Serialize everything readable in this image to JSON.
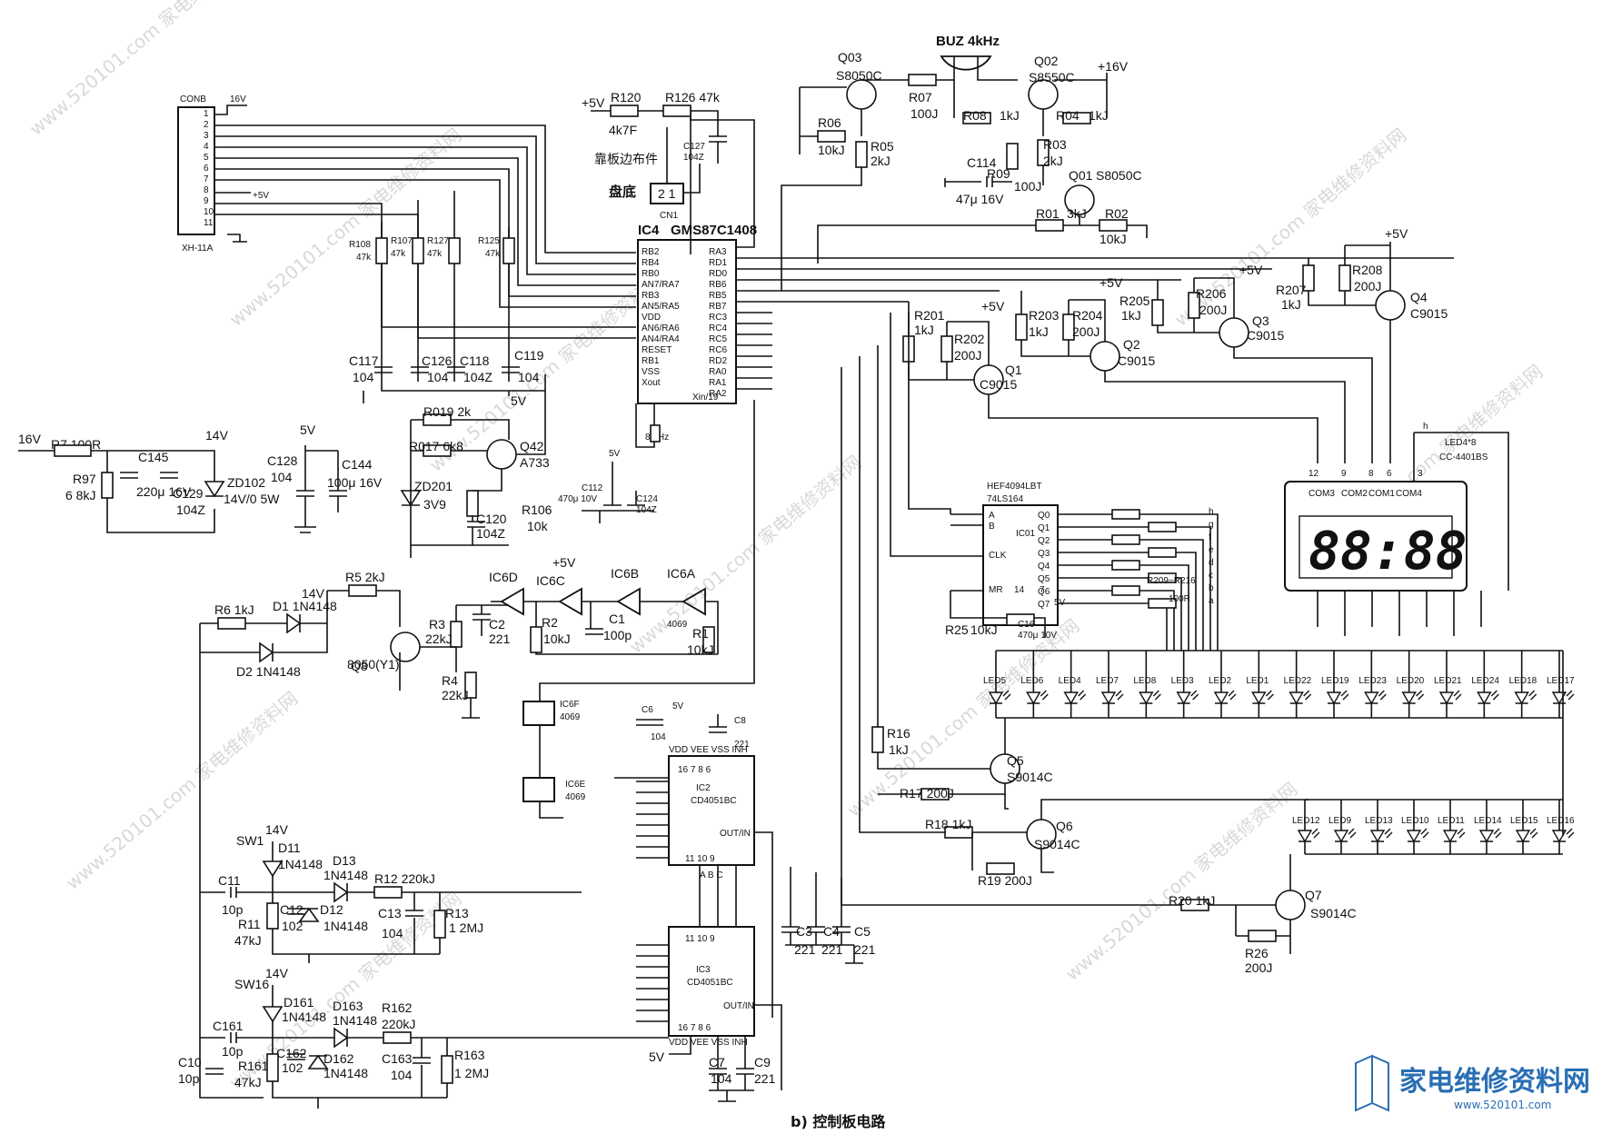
{
  "caption": "b) 控制板电路",
  "logo": {
    "text": "家电维修资料网",
    "url": "www.520101.com"
  },
  "watermark": "www.520101.com 家电维修资料网",
  "ics": {
    "ic4": {
      "name": "IC4",
      "part": "GMS87C1408",
      "left_pins": [
        "RB2",
        "RB4",
        "RB0",
        "AN7/RA7",
        "RB3",
        "AN5/RA5",
        "VDD",
        "AN6/RA6",
        "AN4/RA4",
        "RESET",
        "RB1",
        "VSS",
        "Xout"
      ],
      "right_pins": [
        "RA3",
        "RD1",
        "RD0",
        "RB6",
        "RB5",
        "RB7",
        "RC3",
        "RC4",
        "RC5",
        "RC6",
        "RD2",
        "RA0",
        "RA1",
        "RA2"
      ],
      "bottom": "Xin/19"
    },
    "ic01": {
      "name": "IC01",
      "part": "HEF4094LBT",
      "part2": "74LS164",
      "left_pins": [
        "A",
        "B",
        "CLK",
        "MR"
      ],
      "right_pins": [
        "Q0",
        "Q1",
        "Q2",
        "Q3",
        "Q4",
        "Q5",
        "Q6",
        "Q7"
      ]
    },
    "ic2": {
      "name": "IC2",
      "part": "CD4051BC",
      "top": "VDD VEE VSS INH",
      "out": "OUT/IN"
    },
    "ic3": {
      "name": "IC3",
      "part": "CD4051BC",
      "bottom": "VDD VEE VSS INH",
      "out": "OUT/IN"
    },
    "led_display": {
      "name": "LED4*8",
      "part": "CC-4401BS",
      "digits": "88:88",
      "top_labels": [
        "COM3",
        "COM2",
        "COM1",
        "COM4"
      ]
    },
    "conb": {
      "name": "CONB",
      "part": "XH-11A",
      "v16": "16V",
      "v5": "+5V",
      "pins": [
        "1",
        "2",
        "3",
        "4",
        "5",
        "6",
        "7",
        "8",
        "9",
        "10",
        "11"
      ]
    },
    "cn1": {
      "name": "CN1",
      "label1": "盘底",
      "label2": "靠板边布件"
    }
  },
  "top_section": {
    "q03": [
      "Q03",
      "S8050C"
    ],
    "q02": [
      "Q02",
      "S8550C"
    ],
    "q01": [
      "Q01",
      "S8050C"
    ],
    "buzzer": "BUZ 4kHz",
    "v16": "+16V",
    "r06": [
      "R06",
      "10kJ"
    ],
    "r05": [
      "R05",
      "2kJ"
    ],
    "r07": [
      "R07",
      "100J"
    ],
    "r08": [
      "R08",
      "1kJ"
    ],
    "r04": [
      "R04",
      "1kJ"
    ],
    "r03": [
      "R03",
      "2kJ"
    ],
    "r09": [
      "R09",
      "100J"
    ],
    "c114": [
      "C114",
      "47μ 16V"
    ],
    "r01": [
      "R01",
      "3kJ"
    ],
    "r02": [
      "R02",
      "10kJ"
    ],
    "r120": [
      "R120",
      "4k7F"
    ],
    "r126": "R126 47k",
    "c127": [
      "C127",
      "104Z"
    ],
    "v5": "+5V"
  },
  "input_resistors": [
    {
      "name": "R108",
      "value": "47k"
    },
    {
      "name": "R107",
      "value": "47k"
    },
    {
      "name": "R127",
      "value": "47k"
    },
    {
      "name": "R125",
      "value": "47k"
    }
  ],
  "input_caps": [
    "C117",
    "104",
    "C126",
    "104",
    "C118",
    "104Z",
    "C119",
    "104"
  ],
  "power": {
    "v16": "16V",
    "r7": "R7 100R",
    "r97": [
      "R97",
      "6 8kJ"
    ],
    "c145": [
      "C145",
      "220μ 16V"
    ],
    "c129": [
      "C129",
      "104Z"
    ],
    "v14": "14V",
    "zd102": [
      "ZD102",
      "14V/0 5W"
    ],
    "v5": "5V",
    "c128": [
      "C128",
      "104"
    ],
    "c144": [
      "C144",
      "100μ 16V"
    ]
  },
  "reset": {
    "r019": "R019 2k",
    "r017": "R017 6k8",
    "q42": [
      "Q42",
      "A733"
    ],
    "v5": "5V",
    "zd201": [
      "ZD201",
      "3V9"
    ],
    "c120": [
      "C120",
      "104Z"
    ],
    "r106": [
      "R106",
      "10k"
    ]
  },
  "osc": {
    "c112": [
      "C112",
      "470μ 10V"
    ],
    "c124": [
      "C124",
      "104Z"
    ],
    "xtal": "8MHz",
    "v5": "5V"
  },
  "transistors": {
    "q1": [
      "Q1",
      "C9015"
    ],
    "q2": [
      "Q2",
      "C9015"
    ],
    "q3": [
      "Q3",
      "C9015"
    ],
    "q4": [
      "Q4",
      "C9015"
    ],
    "q5": [
      "Q5",
      "S9014C"
    ],
    "q6": [
      "Q6",
      "S9014C"
    ],
    "q7": [
      "Q7",
      "S9014C"
    ],
    "q8": [
      "Q8",
      "8050(Y1)"
    ]
  },
  "display_res": {
    "r201": [
      "R201",
      "1kJ"
    ],
    "r202": [
      "R202",
      "200J"
    ],
    "r203": [
      "R203",
      "1kJ"
    ],
    "r204": [
      "R204",
      "200J"
    ],
    "r205": [
      "R205",
      "1kJ"
    ],
    "r206": [
      "R206",
      "200J"
    ],
    "r207": [
      "R207",
      "1kJ"
    ],
    "r208": [
      "R208",
      "200J"
    ],
    "v5": "+5V",
    "r209": "R209~R216",
    "r209v": "100R",
    "r25": [
      "R25",
      "10kJ"
    ],
    "c16": [
      "C16",
      "470μ 10V"
    ]
  },
  "led_row1": [
    "LED5",
    "LED6",
    "LED4",
    "LED7",
    "LED8",
    "LED3",
    "LED2",
    "LED1",
    "LED22",
    "LED19",
    "LED23",
    "LED20",
    "LED21",
    "LED24",
    "LED18",
    "LED17"
  ],
  "led_row2": [
    "LED12",
    "LED9",
    "LED13",
    "LED10",
    "LED11",
    "LED14",
    "LED15",
    "LED16"
  ],
  "seg_letters": [
    "h",
    "g",
    "f",
    "e",
    "d",
    "c",
    "b",
    "a"
  ],
  "driver_res": {
    "r16": [
      "R16",
      "1kJ"
    ],
    "r17": "R17 200J",
    "r18": "R18 1kJ",
    "r19": "R19 200J",
    "r20": "R20 1kJ",
    "r26": [
      "R26",
      "200J"
    ]
  },
  "buzzer_drive": {
    "r6": "R6 1kJ",
    "d1": "D1 1N4148",
    "d2": "D2 1N4148",
    "v14": "14V",
    "r5": "R5 2kJ",
    "r3": [
      "R3",
      "22kJ"
    ],
    "c2": [
      "C2",
      "221"
    ],
    "r4": [
      "R4",
      "22kJ"
    ],
    "ic6d": "IC6D",
    "ic6c": "IC6C",
    "ic6b": "IC6B",
    "ic6a": "IC6A",
    "v5": "+5V",
    "r2": [
      "R2",
      "10kJ"
    ],
    "c1": [
      "C1",
      "100p"
    ],
    "r1": [
      "R1",
      "10kJ"
    ],
    "ic4069": "4069",
    "ic6f": [
      "IC6F",
      "4069"
    ],
    "ic6e": [
      "IC6E",
      "4069"
    ],
    "c6": [
      "C6",
      "104"
    ],
    "c8": [
      "C8",
      "221"
    ],
    "v5b": "5V"
  },
  "touch1": {
    "sw1": "SW1",
    "v14": "14V",
    "d11": [
      "D11",
      "1N4148"
    ],
    "d13": [
      "D13",
      "1N4148"
    ],
    "r12": "R12 220kJ",
    "c11": [
      "C11",
      "10p"
    ],
    "c12": [
      "C12",
      "102"
    ],
    "d12": [
      "D12",
      "1N4148"
    ],
    "c13": [
      "C13",
      "104"
    ],
    "r13": [
      "R13",
      "1 2MJ"
    ],
    "r11": [
      "R11",
      "47kJ"
    ]
  },
  "touch2": {
    "sw16": "SW16",
    "v14": "14V",
    "d161": [
      "D161",
      "1N4148"
    ],
    "d163": [
      "D163",
      "1N4148"
    ],
    "r162": [
      "R162",
      "220kJ"
    ],
    "c161": [
      "C161",
      "10p"
    ],
    "c162": [
      "C162",
      "102"
    ],
    "d162": [
      "D162",
      "1N4148"
    ],
    "c163": [
      "C163",
      "104"
    ],
    "r163": [
      "R163",
      "1 2MJ"
    ],
    "r161": [
      "R161",
      "47kJ"
    ],
    "c10": [
      "C10",
      "10p"
    ]
  },
  "ic3_caps": {
    "c3": [
      "C3",
      "221"
    ],
    "c4": [
      "C4",
      "221"
    ],
    "c5": [
      "C5",
      "221"
    ],
    "c7": [
      "C7",
      "104"
    ],
    "c9": [
      "C9",
      "221"
    ],
    "v5": "5V"
  }
}
